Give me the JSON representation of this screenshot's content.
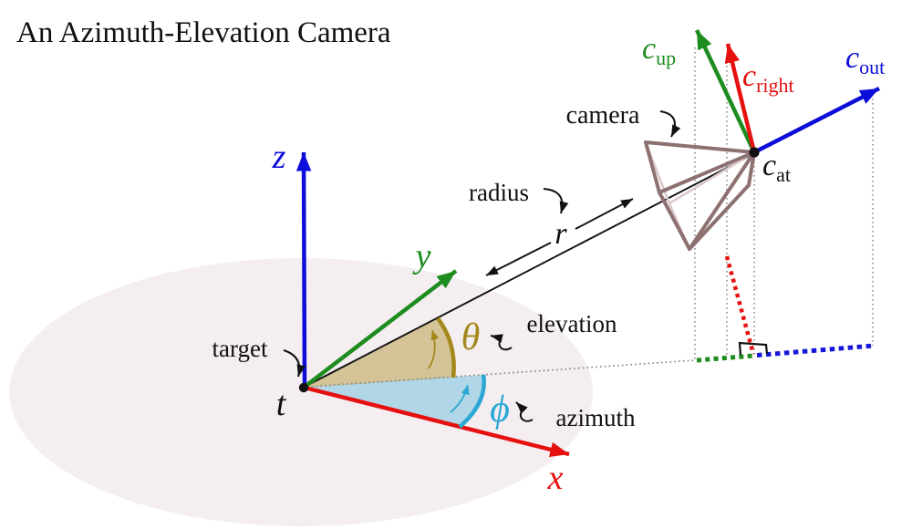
{
  "title": "An Azimuth-Elevation Camera",
  "labels": {
    "camera": "camera",
    "radius": "radius",
    "r": "r",
    "elevation": "elevation",
    "theta": "θ",
    "target": "target",
    "t": "t",
    "azimuth": "azimuth",
    "phi": "ϕ",
    "x": "x",
    "y": "y",
    "z": "z",
    "c_up": {
      "base": "c",
      "sub": "up"
    },
    "c_right": {
      "base": "c",
      "sub": "right"
    },
    "c_out": {
      "base": "c",
      "sub": "out"
    },
    "c_at": {
      "base": "c",
      "sub": "at"
    }
  },
  "colors": {
    "axis_red": "#e61010",
    "axis_green": "#1e8c1e",
    "axis_blue": "#0d0dd9",
    "elevation_gold": "#a5881c",
    "azimuth_cyan": "#2ba7d3",
    "camera_dark": "#8d7171",
    "camera_pale": "#dcc9c9",
    "ground_ellipse": "#f4eef0",
    "dotted_gray": "#8a8a8a",
    "text_black": "#111111"
  }
}
